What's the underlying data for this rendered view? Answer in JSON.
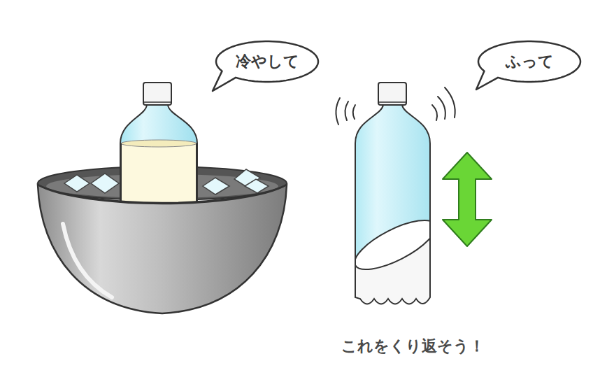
{
  "diagram": {
    "caption": "これをくり返そう！",
    "nodes": [
      {
        "text": [
          "冷やして"
        ]
      },
      {
        "text": [
          "ふって"
        ]
      }
    ]
  }
}
